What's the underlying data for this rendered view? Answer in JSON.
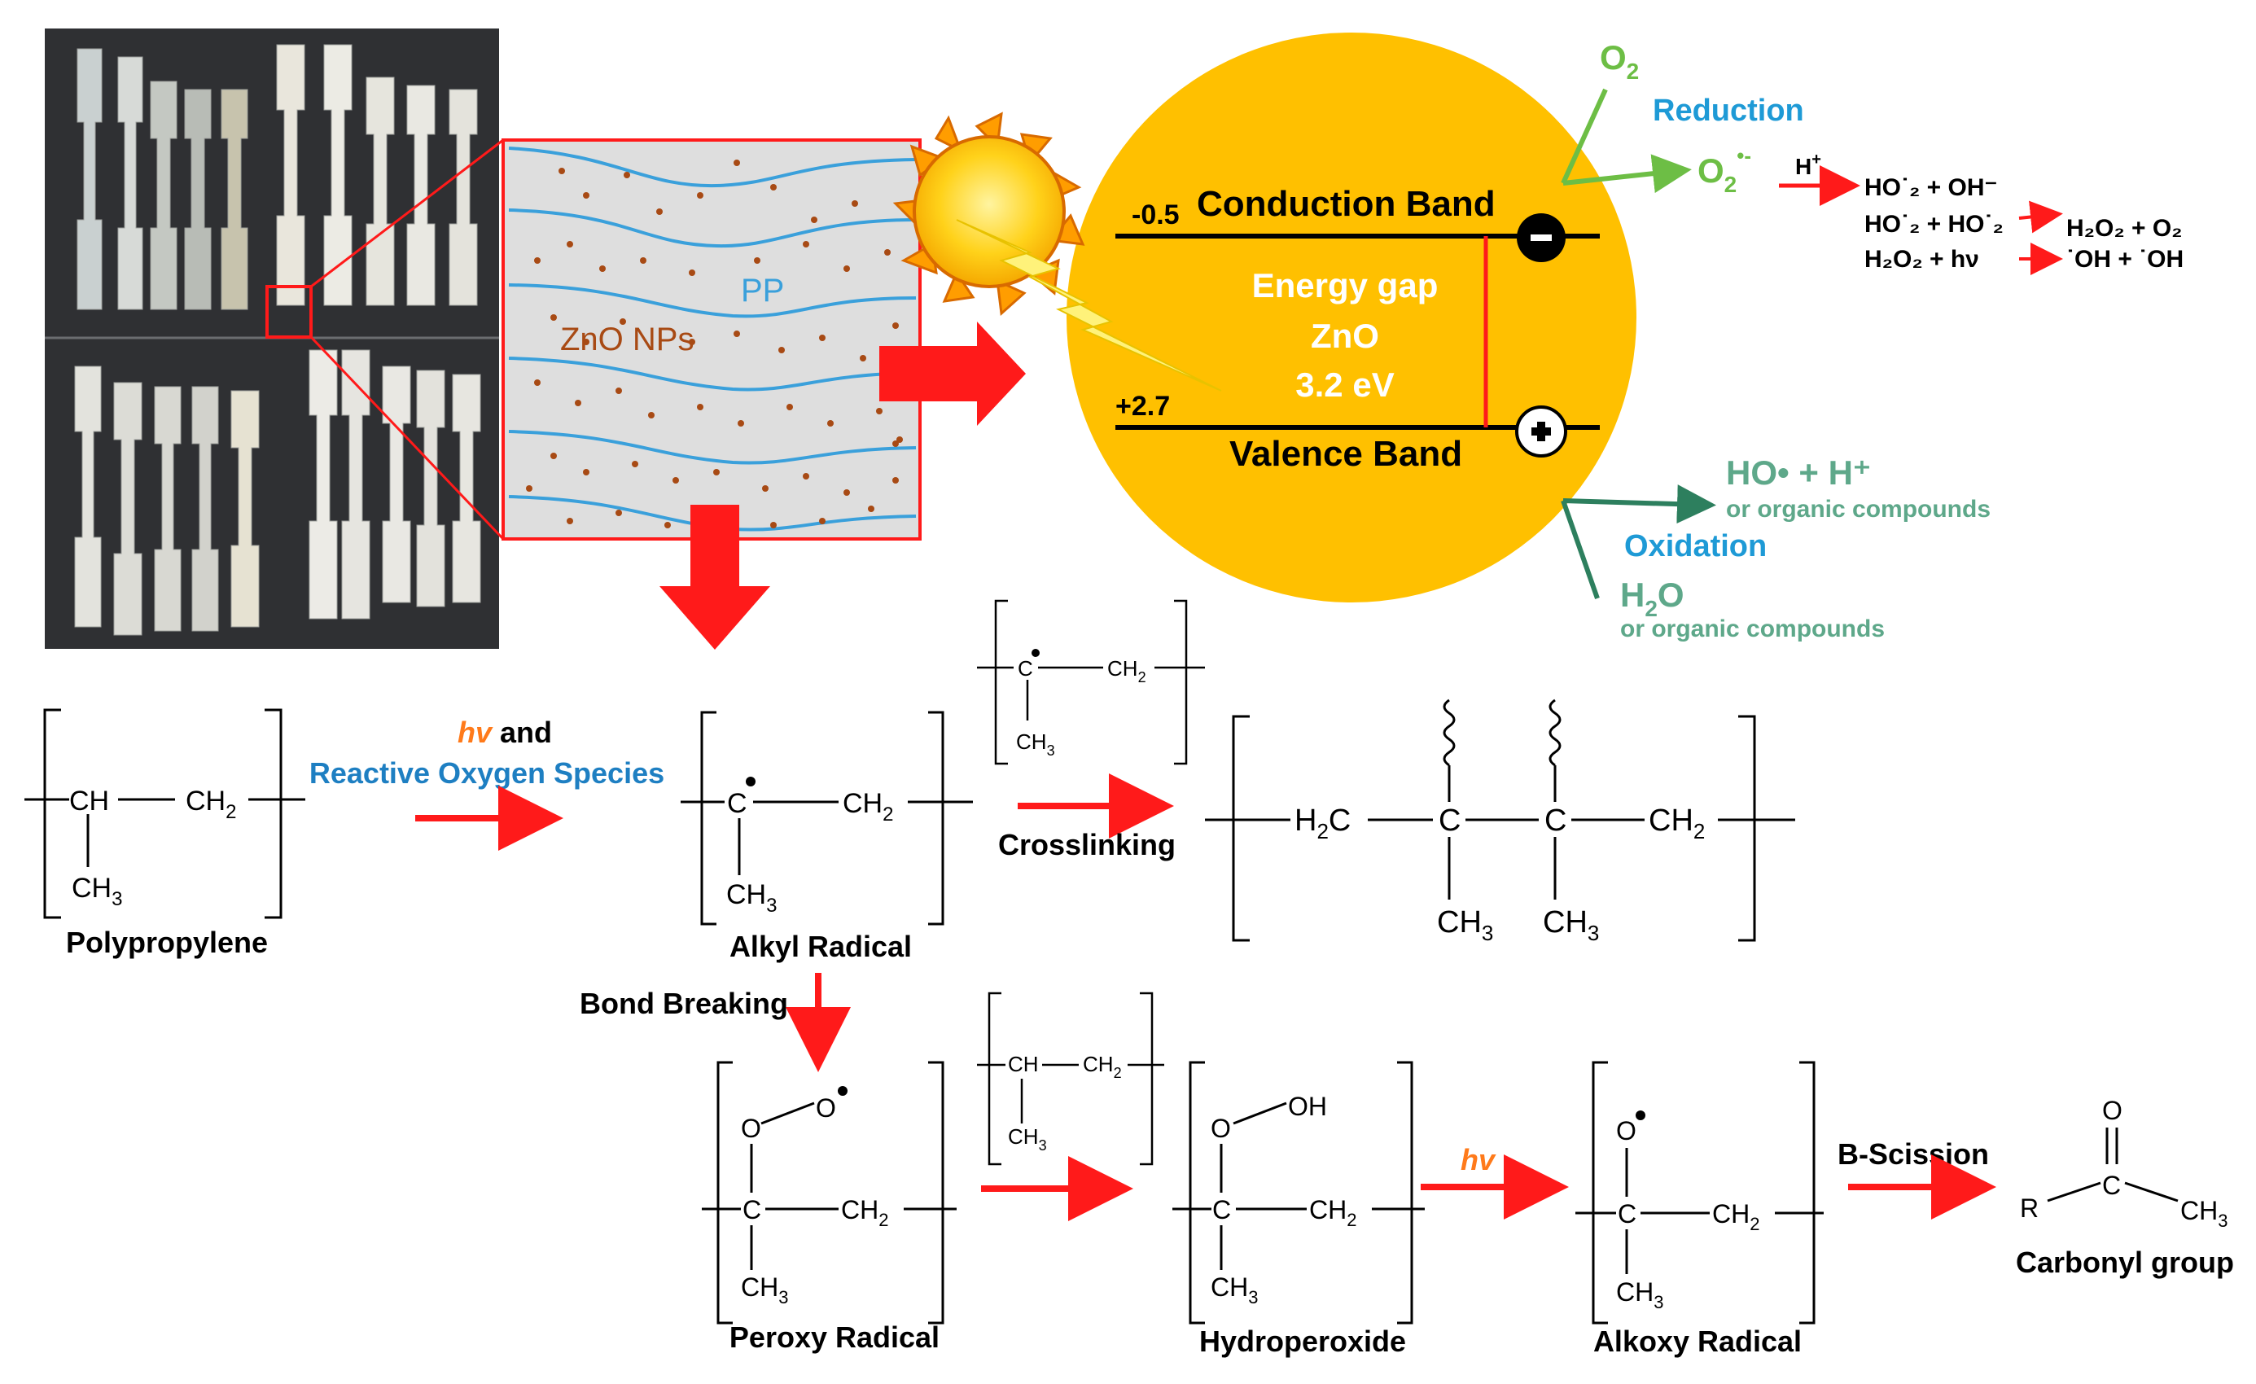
{
  "photo": {
    "alt": "PP/ZnO tensile specimens photograph"
  },
  "inset": {
    "pp": "PP",
    "zno": "ZnO NPs"
  },
  "band": {
    "cb_value": "-0.5",
    "cb_label": "Conduction Band",
    "vb_value": "+2.7",
    "vb_label": "Valence Band",
    "gap_1": "Energy gap",
    "gap_2": "ZnO",
    "gap_3": "3.2 eV",
    "minus": "−",
    "plus": "+"
  },
  "reduction": {
    "o2": "O",
    "o2_sub": "2",
    "label": "Reduction",
    "superoxide": "O",
    "superoxide_sub": "2",
    "superoxide_sup": "•-",
    "hplus": "H",
    "hplus_sup": "+",
    "eq1": "HO˙₂ + OH⁻",
    "eq2": "HO˙₂ + HO˙₂",
    "eq2_prod": "H₂O₂ + O₂",
    "eq3": "H₂O₂ + hν",
    "eq3_prod": "˙OH + ˙OH"
  },
  "oxidation": {
    "product": "HO• + H⁺",
    "product_note": "or organic compounds",
    "label": "Oxidation",
    "reactant": "H",
    "reactant_sub": "2",
    "reactant_tail": "O",
    "reactant_note": "or organic compounds"
  },
  "scheme": {
    "hv": "hv",
    "and": " and",
    "ros": "Reactive Oxygen Species",
    "crosslinking": "Crosslinking",
    "bond_breaking": "Bond Breaking",
    "b_scission": "B-Scission",
    "polypropylene": "Polypropylene",
    "alkyl_radical": "Alkyl Radical",
    "peroxy_radical": "Peroxy Radical",
    "hydroperoxide": "Hydroperoxide",
    "alkoxy_radical": "Alkoxy Radical",
    "carbonyl_group": "Carbonyl group"
  },
  "atoms": {
    "ch": "CH",
    "ch2": "CH",
    "c": "C",
    "ch3": "CH",
    "h2c": "H",
    "o": "O",
    "oh": "OH",
    "r": "R",
    "sub2": "2",
    "sub3": "3"
  },
  "colors": {
    "accent_red": "#ff1a1a",
    "sun_yellow": "#ffc000",
    "pp_blue": "#3aa0db",
    "label_blue": "#1e9ad6",
    "green": "#6dbe45",
    "teal": "#2d7f5e",
    "zno_brown": "#a84a14",
    "hv_orange": "#ff7a1a"
  }
}
